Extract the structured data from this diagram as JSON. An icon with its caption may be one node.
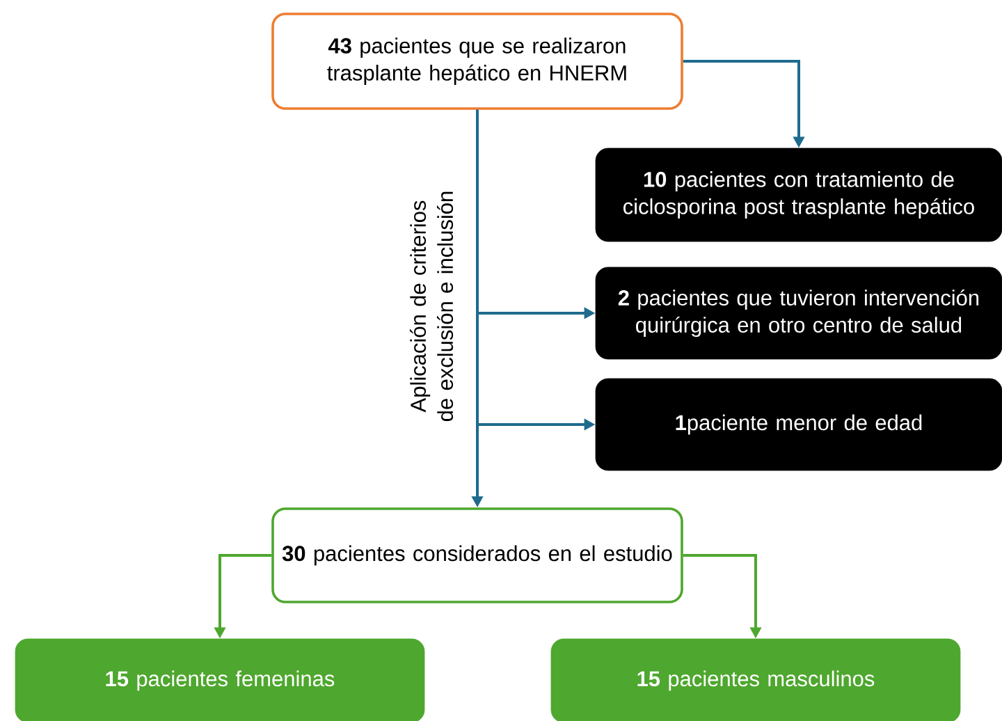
{
  "diagram": {
    "nodes": [
      {
        "text": [
          "**43** pacientes que se realizaron trasplante hepático en HNERM"
        ]
      },
      {
        "text": [
          "**10** pacientes con tratamiento de ciclosporina post trasplante hepático"
        ]
      },
      {
        "text": [
          "**2** pacientes que tuvieron intervención quirúrgica en otro centro de salud"
        ]
      },
      {
        "text": [
          "**1**paciente menor de edad"
        ]
      },
      {
        "text": [
          "**30** pacientes considerados en el estudio"
        ]
      },
      {
        "text": [
          "**15** pacientes femeninas"
        ]
      },
      {
        "text": [
          "**15** pacientes masculinos"
        ]
      }
    ],
    "edges": [
      {
        "from": 0,
        "to": 1,
        "arrow": "to"
      },
      {
        "from": 0,
        "to": 2,
        "arrow": "to"
      },
      {
        "from": 0,
        "to": 3,
        "arrow": "to"
      },
      {
        "from": 0,
        "to": 4,
        "arrow": "to"
      },
      {
        "from": 4,
        "to": 5,
        "arrow": "to",
        "color": "#4ea72e"
      },
      {
        "from": 4,
        "to": 6,
        "arrow": "to",
        "color": "#4ea72e"
      }
    ],
    "labels": [
      "Aplicación de criterios de exclusión e inclusión"
    ]
  }
}
